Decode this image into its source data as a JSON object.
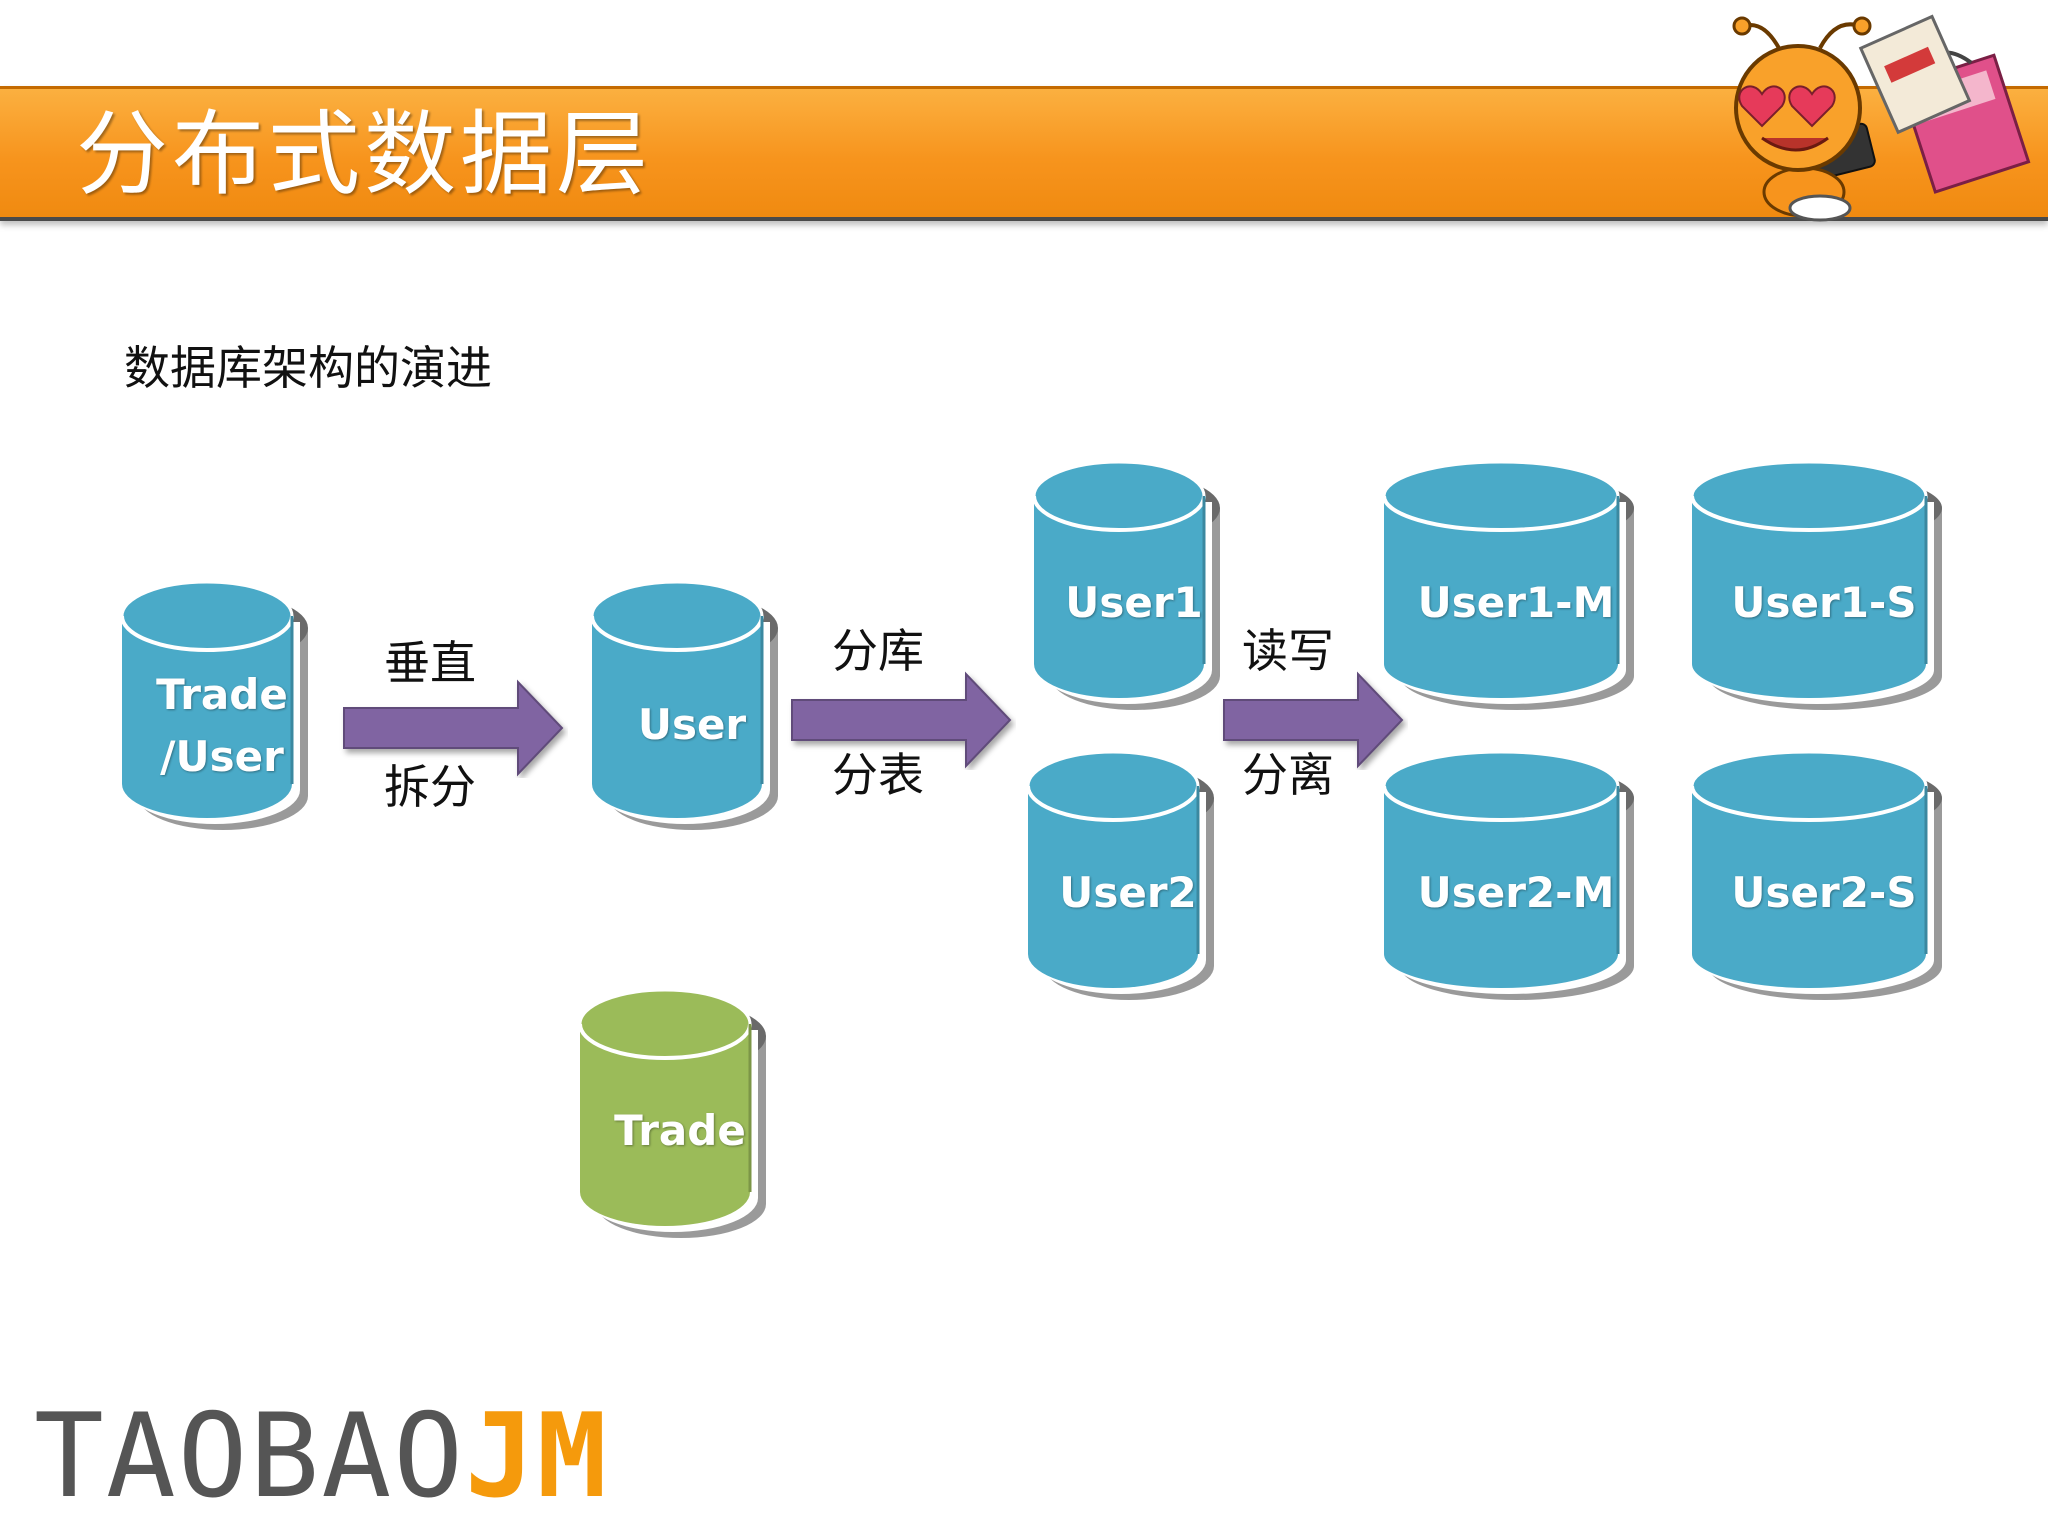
{
  "header": {
    "title": "分布式数据层"
  },
  "subtitle": "数据库架构的演进",
  "databases": [
    {
      "id": "trade-user",
      "label_lines": [
        "Trade",
        "/User"
      ],
      "color": "#4aaac8"
    },
    {
      "id": "user",
      "label_lines": [
        "User"
      ],
      "color": "#4aaac8"
    },
    {
      "id": "trade",
      "label_lines": [
        "Trade"
      ],
      "color": "#9bbb59"
    },
    {
      "id": "user1",
      "label_lines": [
        "User1"
      ],
      "color": "#4aaac8"
    },
    {
      "id": "user2",
      "label_lines": [
        "User2"
      ],
      "color": "#4aaac8"
    },
    {
      "id": "user1-m",
      "label_lines": [
        "User1-M"
      ],
      "color": "#4aaac8"
    },
    {
      "id": "user1-s",
      "label_lines": [
        "User1-S"
      ],
      "color": "#4aaac8"
    },
    {
      "id": "user2-m",
      "label_lines": [
        "User2-M"
      ],
      "color": "#4aaac8"
    },
    {
      "id": "user2-s",
      "label_lines": [
        "User2-S"
      ],
      "color": "#4aaac8"
    }
  ],
  "arrows": [
    {
      "id": "vertical-split",
      "label_lines": [
        "垂直",
        "拆分"
      ]
    },
    {
      "id": "sharding",
      "label_lines": [
        "分库",
        "分表"
      ]
    },
    {
      "id": "rw-split",
      "label_lines": [
        "读写",
        "分离"
      ]
    }
  ],
  "arrow_color": "#8064a2",
  "logo": {
    "part1": "TAOBAO",
    "part2": "JM",
    "part1_color": "#555555",
    "part2_color": "#f59a0c"
  }
}
